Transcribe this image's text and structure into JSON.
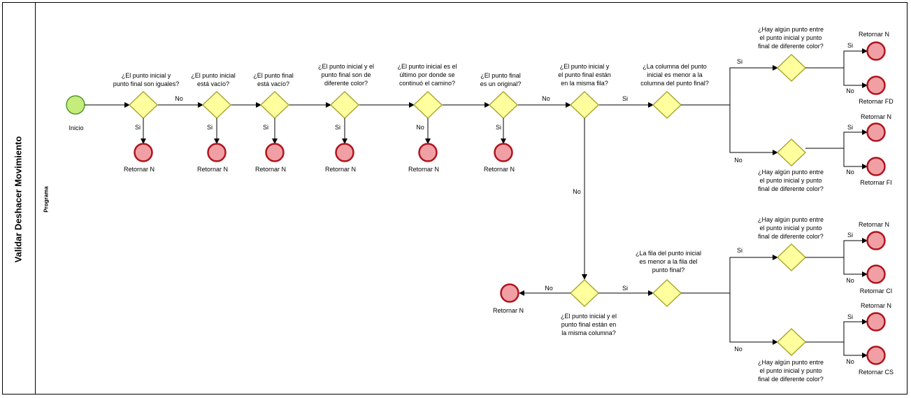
{
  "pool": {
    "title": "Validar Deshacer Movimiento",
    "lane": "Programa"
  },
  "labels": {
    "start": "Inicio",
    "ret_n": "Retornar N",
    "ret_fd": "Retornar FD",
    "ret_fi": "Retornar FI",
    "ret_ci": "Retornar CI",
    "ret_cs": "Retornar CS"
  },
  "edges": {
    "si": "Si",
    "no": "No"
  },
  "questions": {
    "q1": [
      "¿El punto inicial y",
      "punto final son iguales?"
    ],
    "q2": [
      "¿El punto inicial",
      "está vacío?"
    ],
    "q3": [
      "¿El punto final",
      "está vacío?"
    ],
    "q4": [
      "¿El punto inicial y el",
      "punto final son de",
      "diferente color?"
    ],
    "q5": [
      "¿El punto inicial es el",
      "último por donde se",
      "continuó el camino?"
    ],
    "q6": [
      "¿El punto final",
      "es un original?"
    ],
    "q7": [
      "¿El punto inicial y",
      "el punto final están",
      "en la misma fila?"
    ],
    "q8": [
      "¿La columna del punto",
      "inicial es menor a la",
      "columna del punto final?"
    ],
    "q9": [
      "¿El punto inicial y el",
      "punto final están en",
      "la misma columna?"
    ],
    "q10": [
      "¿La fila del punto inicial",
      "es menor a la fila del",
      "punto final?"
    ],
    "qh": [
      "¿Hay algún punto entre",
      "el punto inicial y punto",
      "final de diferente color?"
    ]
  },
  "colors": {
    "start_fill": "#c6ec7c",
    "start_stroke": "#4f9a2c",
    "end_fill": "#f0a0a4",
    "end_stroke": "#b0141e",
    "gateway_fill": "#ffff9e",
    "gateway_stroke": "#a9a833"
  }
}
